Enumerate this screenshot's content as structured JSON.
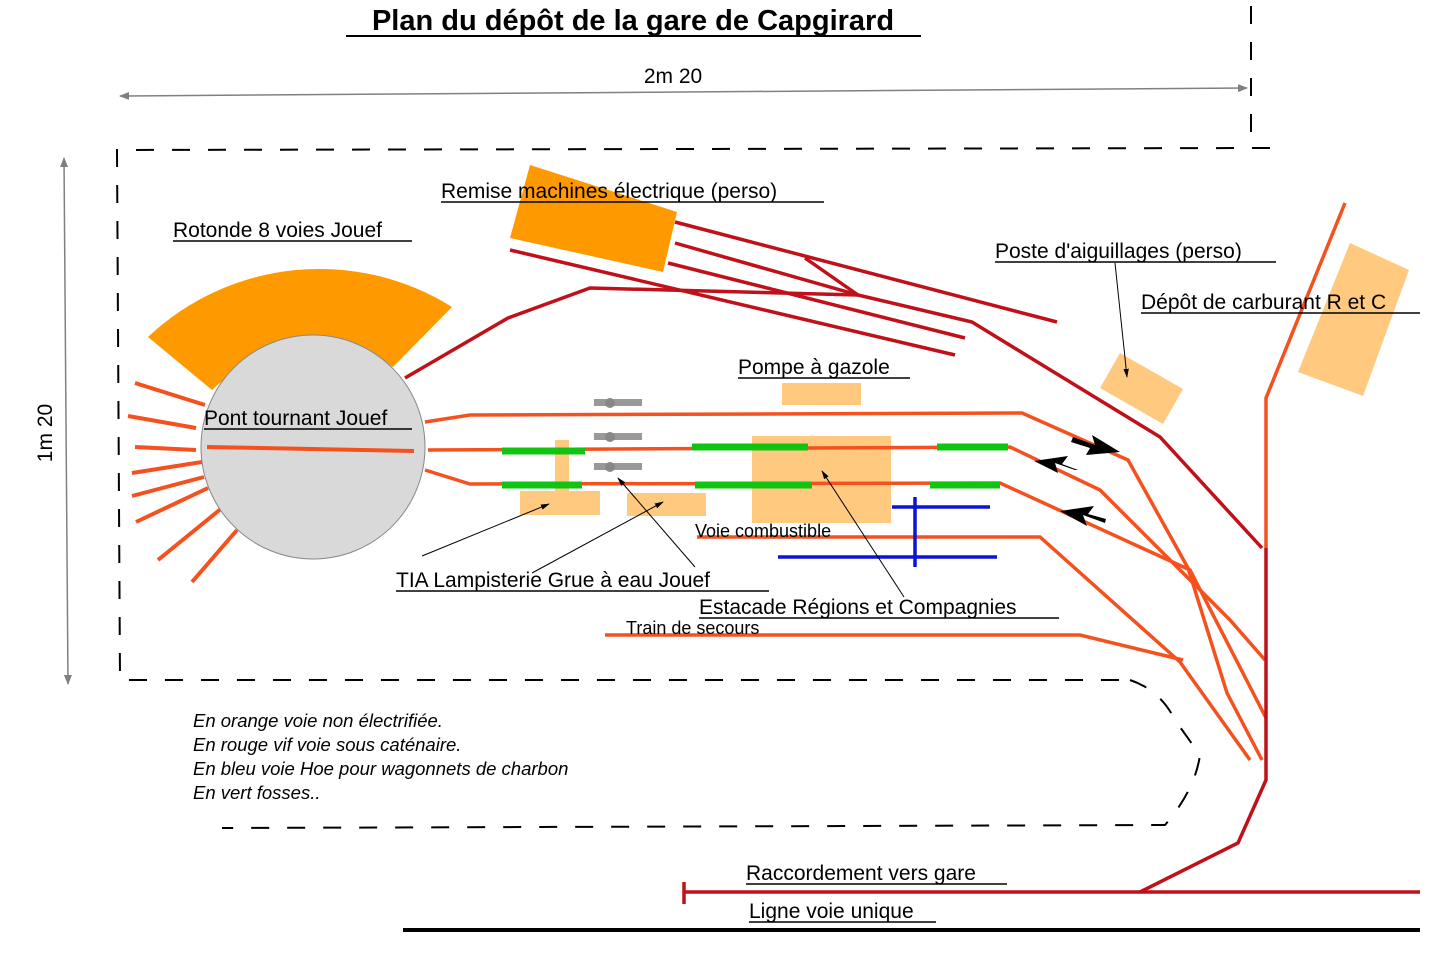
{
  "title": "Plan du dépôt de la gare de Capgirard",
  "dimensions": {
    "width_label": "2m 20",
    "height_label": "1m 20"
  },
  "labels": {
    "rotonde": "Rotonde 8 voies Jouef",
    "remise": "Remise machines électrique (perso)",
    "poste": "Poste d'aiguillages (perso)",
    "depot_carburant": "Dépôt de carburant R et C",
    "pompe": "Pompe à gazole",
    "pont_tournant": "Pont tournant Jouef",
    "voie_combustible": "Voie combustible",
    "tia_group": "TIA  Lampisterie  Grue à eau Jouef",
    "estacade": "Estacade Régions et Compagnies",
    "train_secours": "Train de secours",
    "raccordement": "Raccordement vers gare",
    "ligne": "Ligne voie unique"
  },
  "legend": [
    "En orange voie non électrifiée.",
    "En rouge vif voie sous caténaire.",
    "En bleu voie Hoe pour wagonnets de charbon",
    "En vert fosses.."
  ],
  "colors": {
    "track_non_electrified": "#f4511e",
    "track_catenary": "#c0101a",
    "track_hoe": "#0a14d2",
    "pit": "#11c411",
    "building_main": "#ff9900",
    "building_light": "#ffc980",
    "turntable": "#d9d9d9",
    "dimension_line": "#808080"
  },
  "rotonde_tracks": 8
}
